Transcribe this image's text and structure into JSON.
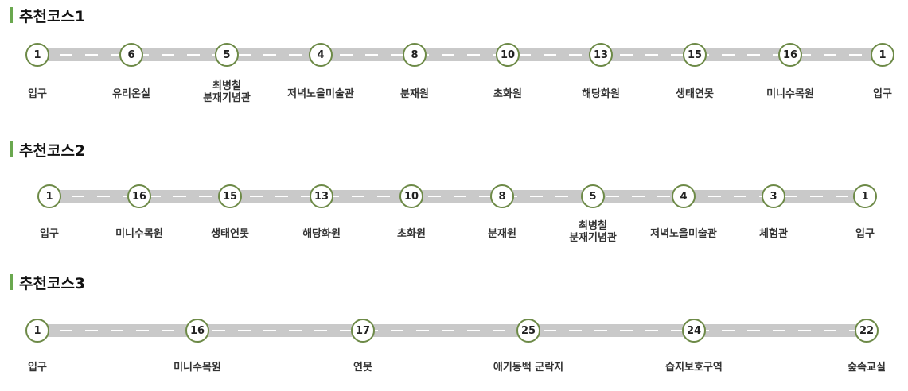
{
  "courses": [
    {
      "title": "추천코스1",
      "stops": [
        {
          "num": "1",
          "name": "입구"
        },
        {
          "num": "6",
          "name": "유리온실"
        },
        {
          "num": "5",
          "name": "최병철\n분재기념관"
        },
        {
          "num": "4",
          "name": "저녁노을미술관"
        },
        {
          "num": "8",
          "name": "분재원"
        },
        {
          "num": "10",
          "name": "초화원"
        },
        {
          "num": "13",
          "name": "해당화원"
        },
        {
          "num": "15",
          "name": "생태연못"
        },
        {
          "num": "16",
          "name": "미니수목원"
        },
        {
          "num": "1",
          "name": "입구"
        }
      ]
    },
    {
      "title": "추천코스2",
      "stops": [
        {
          "num": "1",
          "name": "입구"
        },
        {
          "num": "16",
          "name": "미니수목원"
        },
        {
          "num": "15",
          "name": "생태연못"
        },
        {
          "num": "13",
          "name": "해당화원"
        },
        {
          "num": "10",
          "name": "초화원"
        },
        {
          "num": "8",
          "name": "분재원"
        },
        {
          "num": "5",
          "name": "최병철\n분재기념관"
        },
        {
          "num": "4",
          "name": "저녁노을미술관"
        },
        {
          "num": "3",
          "name": "체험관"
        },
        {
          "num": "1",
          "name": "입구"
        }
      ]
    },
    {
      "title": "추천코스3",
      "stops": [
        {
          "num": "1",
          "name": "입구"
        },
        {
          "num": "16",
          "name": "미니수목원"
        },
        {
          "num": "17",
          "name": "연못"
        },
        {
          "num": "25",
          "name": "애기동백 군락지"
        },
        {
          "num": "24",
          "name": "습지보호구역"
        },
        {
          "num": "22",
          "name": "숲속교실"
        }
      ]
    }
  ],
  "colors": {
    "accent": "#6aa84f",
    "circle_border": "#6d8a47",
    "road": "#c9c9c9",
    "dash": "#ffffff"
  }
}
